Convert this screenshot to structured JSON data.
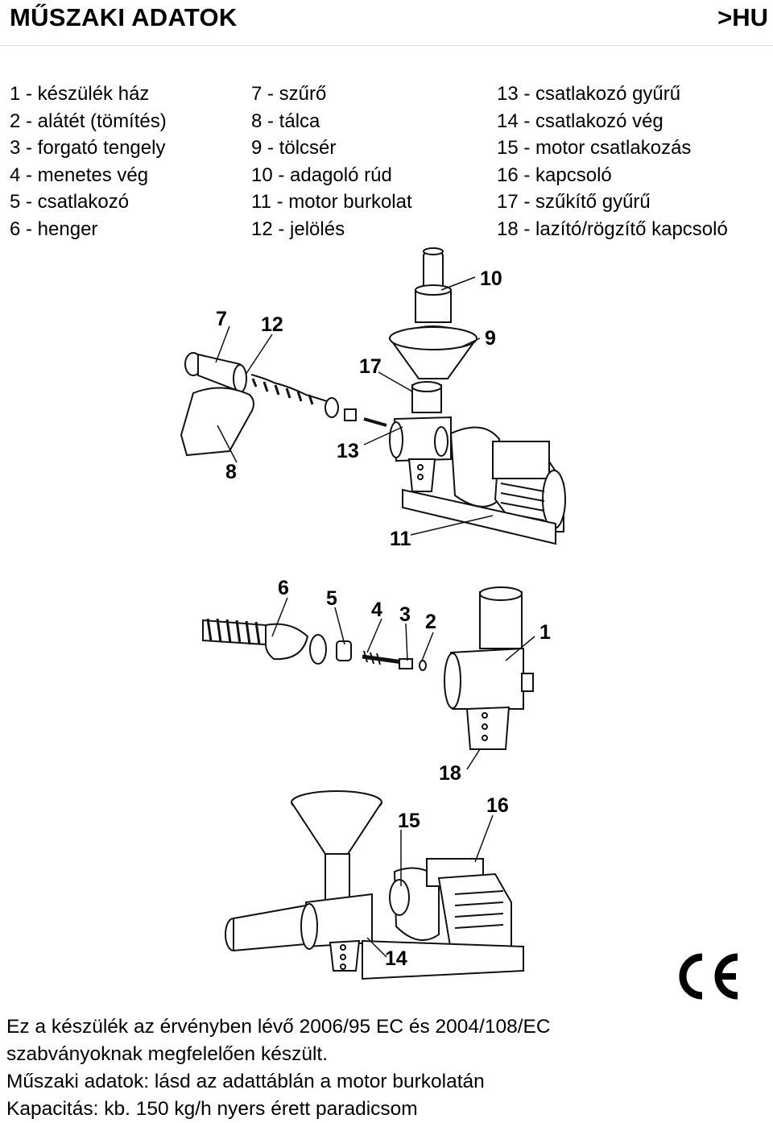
{
  "header": {
    "title": "MŰSZAKI ADATOK",
    "lang": ">HU"
  },
  "parts": {
    "col1": [
      "1 - készülék ház",
      "2 - alátét (tömítés)",
      "3 - forgató tengely",
      "4 - menetes vég",
      "5 - csatlakozó",
      "6 - henger"
    ],
    "col2": [
      "7 - szűrő",
      "8 - tálca",
      "9 - tölcsér",
      "10 - adagoló rúd",
      "11 - motor burkolat",
      "12 - jelölés"
    ],
    "col3": [
      "13 - csatlakozó gyűrű",
      "14 - csatlakozó vég",
      "15 - motor csatlakozás",
      "16 - kapcsoló",
      "17 - szűkítő gyűrű",
      "18 - lazító/rögzítő kapcsoló"
    ]
  },
  "callouts": {
    "c1": "1",
    "c2": "2",
    "c3": "3",
    "c4": "4",
    "c5": "5",
    "c6": "6",
    "c7": "7",
    "c8": "8",
    "c9": "9",
    "c10": "10",
    "c11": "11",
    "c12": "12",
    "c13": "13",
    "c14": "14",
    "c15": "15",
    "c16": "16",
    "c17": "17",
    "c18": "18"
  },
  "ce_mark": "CE",
  "footer": {
    "line1": "Ez a készülék az érvényben lévő 2006/95 EC és 2004/108/EC",
    "line2": "szabványoknak megfelelően készült.",
    "line3": "Műszaki adatok: lásd az adattáblán a motor burkolatán",
    "line4": "Kapacitás: kb. 150 kg/h nyers érett paradicsom"
  }
}
